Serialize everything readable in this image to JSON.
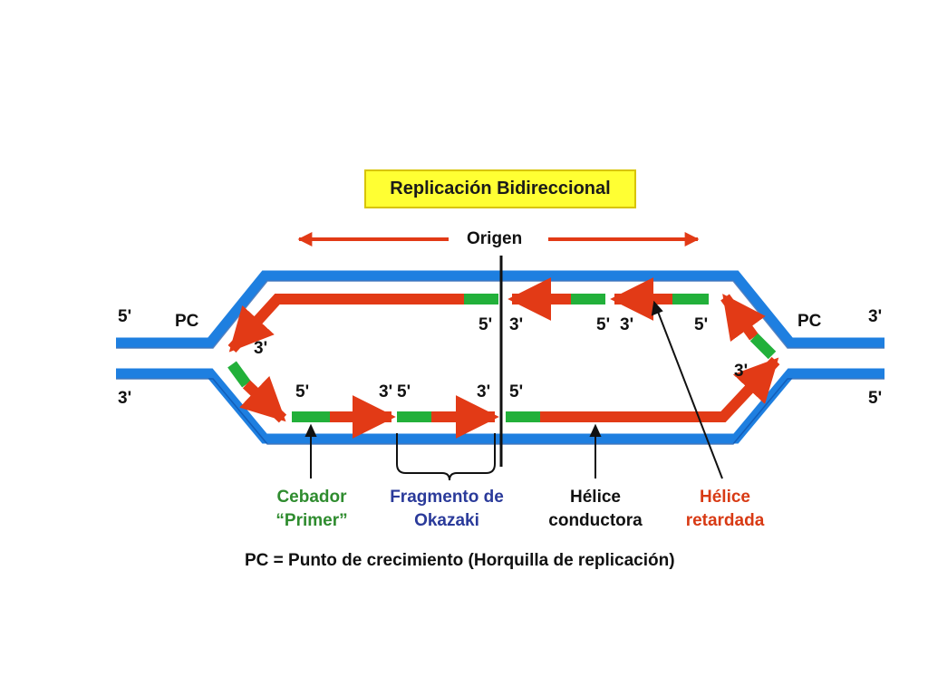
{
  "title": "Replicación Bidireccional",
  "origin_label": "Origen",
  "fork_label": "PC",
  "end_labels": {
    "five": "5'",
    "three": "3'"
  },
  "strand_labels": {
    "five": "5'",
    "three": "3'"
  },
  "legend": {
    "primer": {
      "line1": "Cebador",
      "line2": "“Primer”"
    },
    "okazaki": {
      "line1": "Fragmento de",
      "line2": "Okazaki"
    },
    "leading": {
      "line1": "Hélice",
      "line2": "conductora"
    },
    "lagging": {
      "line1": "Hélice",
      "line2": "retardada"
    }
  },
  "caption": "PC = Punto de crecimiento (Horquilla de replicación)",
  "colors": {
    "parental_strand": "#1e7fe0",
    "new_strand": "#e23a16",
    "primer": "#22b03a",
    "title_bg": "#ffff33",
    "primer_text": "#2f8c2f",
    "okazaki_text": "#2a3a9a",
    "leading_text": "#111111",
    "lagging_text": "#d83a14"
  }
}
